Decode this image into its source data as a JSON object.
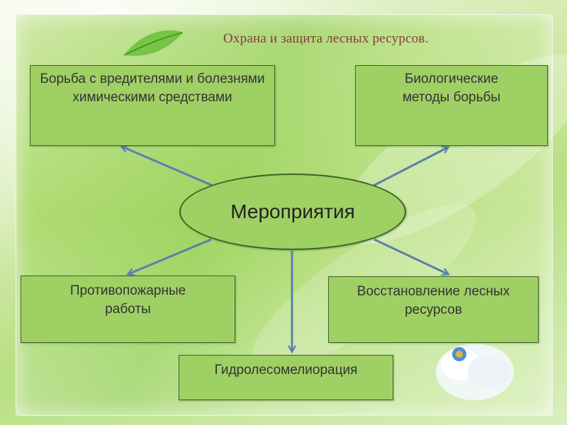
{
  "title": "Охрана и защита лесных ресурсов.",
  "center": "Мероприятия",
  "boxes": {
    "top_left": "Борьба с вредителями и болезнями химическими средствами",
    "top_right": "Биологические методы борьбы",
    "middle_left": "Противопожарные работы",
    "middle_right": "Восстановление лесных ресурсов",
    "bottom": "Гидролесомелиорация"
  },
  "colors": {
    "box_fill": "#9fd064",
    "box_border": "#3e6526",
    "arrow": "#5b7fae",
    "title": "#8b3a3a"
  }
}
